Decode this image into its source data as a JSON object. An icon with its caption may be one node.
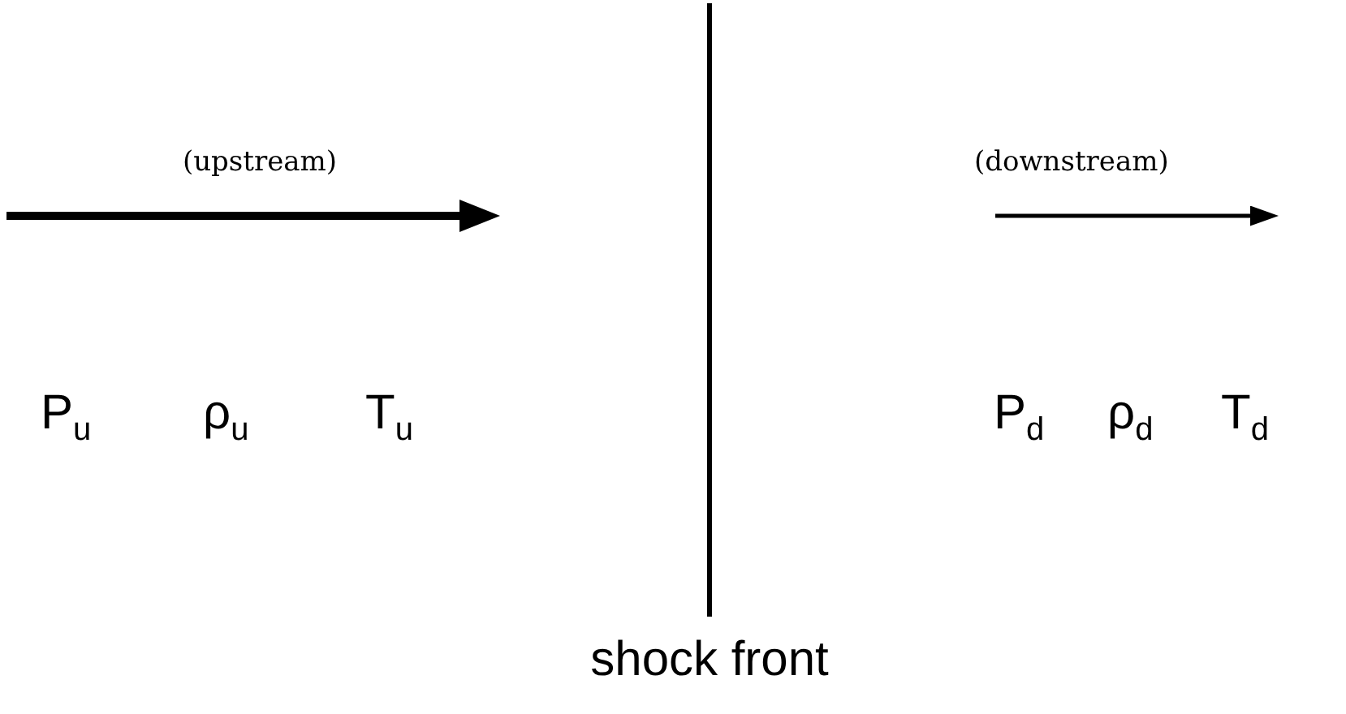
{
  "diagram": {
    "labels": [
      "(upstream)",
      "(downstream)",
      "P$_{u}$",
      "ρ$_{u}$",
      "T$_{u}$",
      "P$_{d}$",
      "ρ$_{d}$",
      "T$_{d}$",
      "shock front"
    ]
  }
}
